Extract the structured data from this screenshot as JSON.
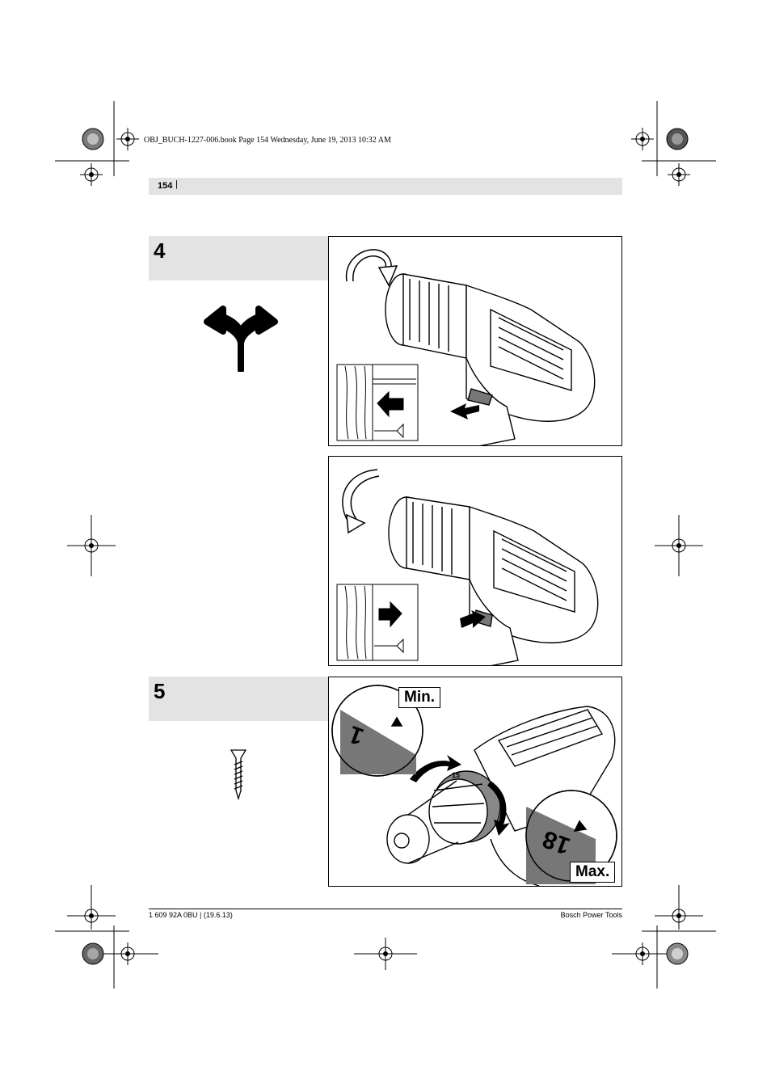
{
  "print_meta": "OBJ_BUCH-1227-006.book  Page 154  Wednesday, June 19, 2013  10:32 AM",
  "header": {
    "page_number": "154",
    "separator": "|"
  },
  "steps": [
    {
      "number": "4"
    },
    {
      "number": "5"
    }
  ],
  "figure5": {
    "min_label": "Min.",
    "max_label": "Max.",
    "dial_min": "1",
    "dial_max": "18",
    "ring_mark": "15"
  },
  "footer": {
    "left": "1 609 92A 0BU | (19.6.13)",
    "right": "Bosch Power Tools"
  },
  "icons": [
    "direction-split-arrow-icon",
    "rotation-clockwise-arrow-icon",
    "rotation-counterclockwise-arrow-icon",
    "screw-icon",
    "registration-mark-icon"
  ]
}
